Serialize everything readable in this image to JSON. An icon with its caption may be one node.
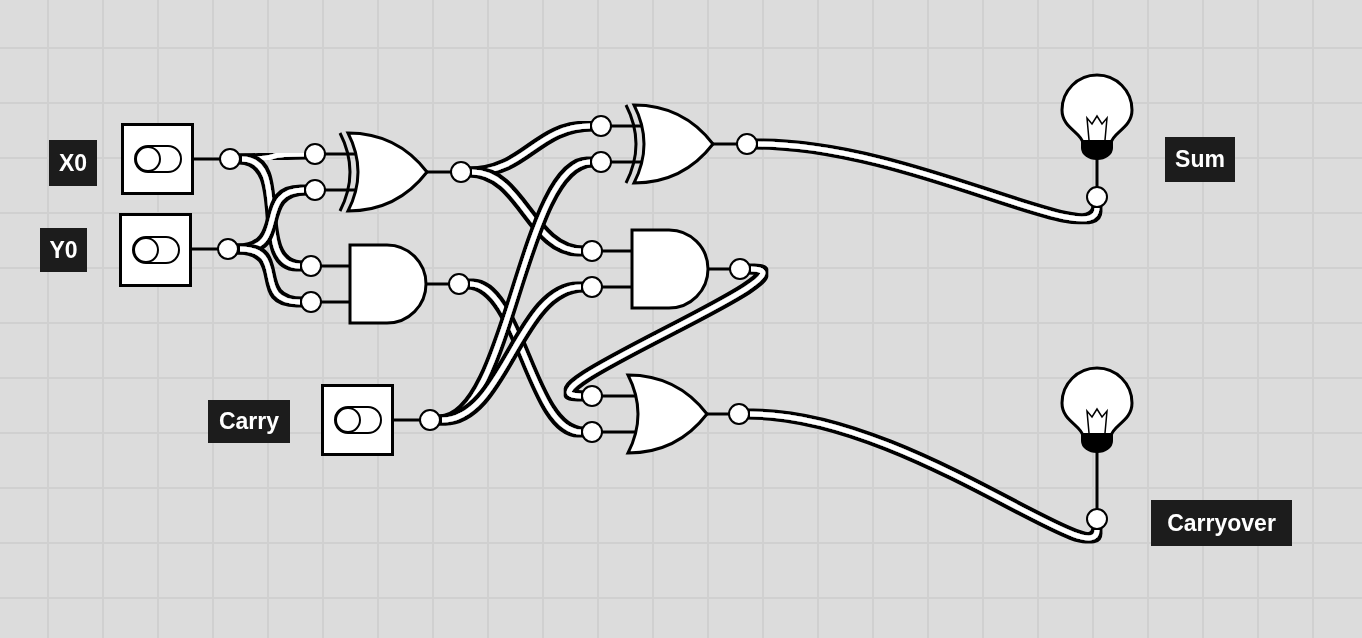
{
  "diagram": {
    "nodes": [
      {
        "text": [
          "X0"
        ]
      },
      {
        "text": [],
        "shape": "picture"
      },
      {
        "text": [
          "Y0"
        ]
      },
      {
        "text": [],
        "shape": "picture"
      },
      {
        "text": [],
        "shape": "picture"
      },
      {
        "text": [],
        "shape": "picture"
      },
      {
        "text": [
          "Carry"
        ]
      },
      {
        "text": [],
        "shape": "picture"
      },
      {
        "text": [],
        "shape": "picture"
      },
      {
        "text": [],
        "shape": "picture"
      },
      {
        "text": [],
        "shape": "picture"
      },
      {
        "text": [],
        "shape": "picture"
      },
      {
        "text": [
          "Sum"
        ]
      },
      {
        "text": [],
        "shape": "picture"
      },
      {
        "text": [
          "Carryover"
        ]
      }
    ],
    "edges": [
      {
        "from": 1,
        "to": 4,
        "arrow": "none"
      },
      {
        "from": 1,
        "to": 5,
        "arrow": "none"
      },
      {
        "from": 3,
        "to": 4,
        "arrow": "none"
      },
      {
        "from": 3,
        "to": 5,
        "arrow": "none"
      },
      {
        "from": 4,
        "to": 8,
        "arrow": "none"
      },
      {
        "from": 4,
        "to": 9,
        "arrow": "none"
      },
      {
        "from": 5,
        "to": 10,
        "arrow": "none"
      },
      {
        "from": 7,
        "to": 8,
        "arrow": "none"
      },
      {
        "from": 7,
        "to": 9,
        "arrow": "none"
      },
      {
        "from": 9,
        "to": 10,
        "arrow": "none"
      },
      {
        "from": 8,
        "to": 11,
        "arrow": "none"
      },
      {
        "from": 10,
        "to": 13,
        "arrow": "none"
      }
    ]
  }
}
